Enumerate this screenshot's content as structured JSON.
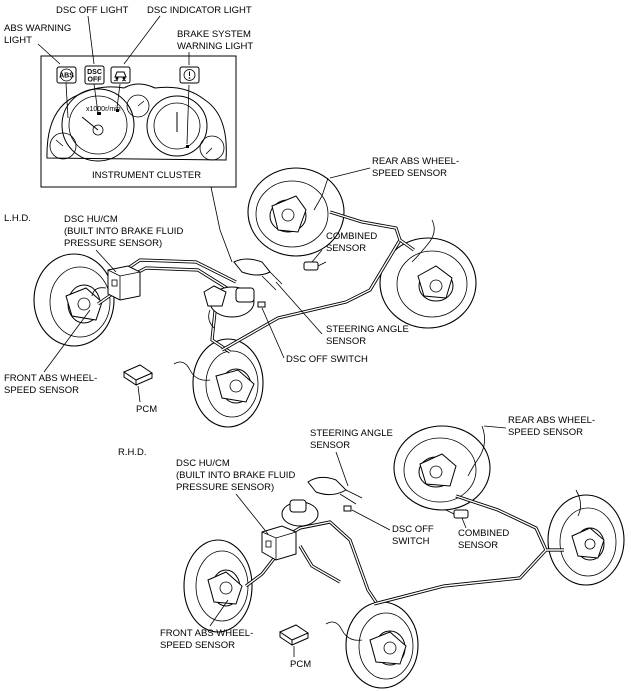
{
  "labels": {
    "dsc_off_light": "DSC OFF LIGHT",
    "dsc_indicator_light": "DSC INDICATOR LIGHT",
    "abs_warning_light": [
      "ABS WARNING",
      "LIGHT"
    ],
    "brake_system_warning_light": [
      "BRAKE SYSTEM",
      "WARNING LIGHT"
    ],
    "instrument_cluster": "INSTRUMENT CLUSTER",
    "lhd": "L.H.D.",
    "rhd": "R.H.D.",
    "dsc_hucm_lhd": [
      "DSC HU/CM",
      "(BUILT INTO BRAKE FLUID",
      "PRESSURE SENSOR)"
    ],
    "rear_abs_lhd": [
      "REAR ABS WHEEL-",
      "SPEED SENSOR"
    ],
    "combined_sensor_lhd": [
      "COMBINED",
      "SENSOR"
    ],
    "steering_angle_lhd": [
      "STEERING ANGLE",
      "SENSOR"
    ],
    "dsc_off_switch_lhd": "DSC OFF SWITCH",
    "front_abs_lhd": [
      "FRONT ABS WHEEL-",
      "SPEED SENSOR"
    ],
    "pcm_lhd": "PCM",
    "steering_angle_rhd": [
      "STEERING ANGLE",
      "SENSOR"
    ],
    "rear_abs_rhd": [
      "REAR ABS WHEEL-",
      "SPEED SENSOR"
    ],
    "dsc_hucm_rhd": [
      "DSC HU/CM",
      "(BUILT INTO BRAKE FLUID",
      "PRESSURE SENSOR)"
    ],
    "dsc_off_switch_rhd": [
      "DSC OFF",
      "SWITCH"
    ],
    "combined_sensor_rhd": [
      "COMBINED",
      "SENSOR"
    ],
    "front_abs_rhd": [
      "FRONT ABS WHEEL-",
      "SPEED SENSOR"
    ],
    "pcm_rhd": "PCM"
  },
  "icons": {
    "abs": "ABS",
    "dsc_off": [
      "DSC",
      "OFF"
    ],
    "dsc_indicator": "car-skid-icon",
    "brake": "(!)",
    "tach_unit": "x1000r/min"
  }
}
